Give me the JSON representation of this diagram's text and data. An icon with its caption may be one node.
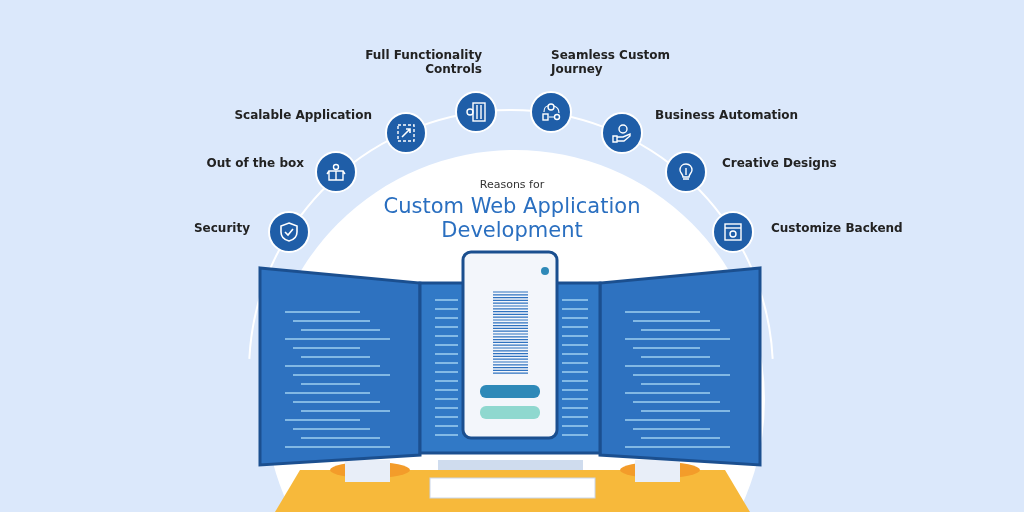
{
  "diagram": {
    "title": "Custom Web Application Development",
    "nodes": [
      {
        "text": [],
        "shape": "circle",
        "beside": [
          "Security"
        ]
      },
      {
        "text": [],
        "shape": "circle",
        "beside": [
          "Out of the box"
        ]
      },
      {
        "text": [],
        "shape": "circle",
        "beside": [
          "Scalable Application"
        ]
      },
      {
        "text": [],
        "shape": "circle",
        "beside": [
          "Full Functionality Controls"
        ]
      },
      {
        "text": [],
        "shape": "circle",
        "beside": [
          "Seamless Custom Journey"
        ]
      },
      {
        "text": [],
        "shape": "circle",
        "beside": [
          "Business Automation"
        ]
      },
      {
        "text": [],
        "shape": "circle",
        "beside": [
          "Creative Designs"
        ]
      },
      {
        "text": [],
        "shape": "circle",
        "beside": [
          "Customize Backend"
        ]
      }
    ],
    "labels": [
      "Reasons for"
    ]
  }
}
